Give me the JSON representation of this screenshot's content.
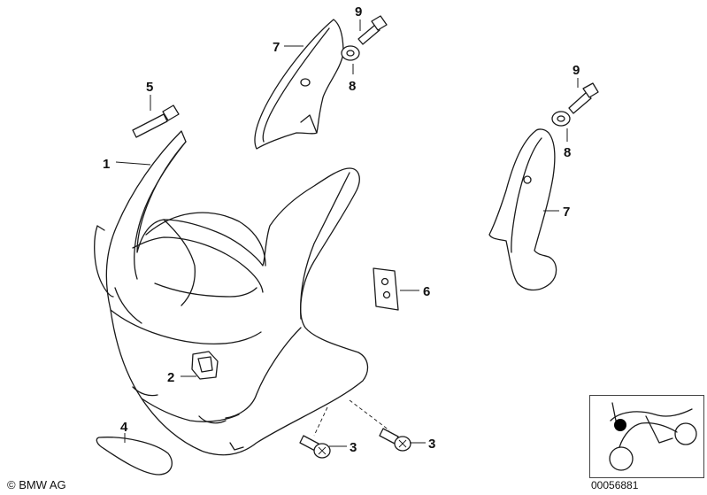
{
  "diagram": {
    "callouts": [
      {
        "id": "c1",
        "label": "1"
      },
      {
        "id": "c2",
        "label": "2"
      },
      {
        "id": "c3a",
        "label": "3"
      },
      {
        "id": "c3b",
        "label": "3"
      },
      {
        "id": "c4",
        "label": "4"
      },
      {
        "id": "c5",
        "label": "5"
      },
      {
        "id": "c6",
        "label": "6"
      },
      {
        "id": "c7a",
        "label": "7"
      },
      {
        "id": "c7b",
        "label": "7"
      },
      {
        "id": "c8a",
        "label": "8"
      },
      {
        "id": "c8b",
        "label": "8"
      },
      {
        "id": "c9a",
        "label": "9"
      },
      {
        "id": "c9b",
        "label": "9"
      }
    ],
    "copyright": "© BMW AG",
    "figure_code": "00056881",
    "colors": {
      "line": "#1a1a1a",
      "background": "#ffffff",
      "marker": "#000000"
    }
  }
}
